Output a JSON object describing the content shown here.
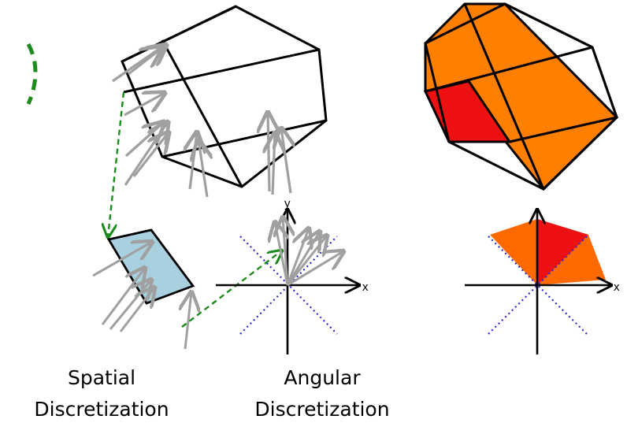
{
  "captions": {
    "spatial_line1": "Spatial",
    "spatial_line2": "Discretization",
    "angular_line1": "Angular",
    "angular_line2": "Discretization"
  },
  "axis_labels": {
    "middle_x": "x",
    "middle_y": "y",
    "right_x": "x"
  },
  "colors": {
    "ray_gray": "#a0a0a0",
    "cell_fill_blue": "#a9d0df",
    "dashed_green": "#1c8a1c",
    "dotted_blue": "#2b2bd6",
    "orange": "#ff7f00",
    "red": "#ee1111",
    "dark_orange": "#ff6a00"
  }
}
